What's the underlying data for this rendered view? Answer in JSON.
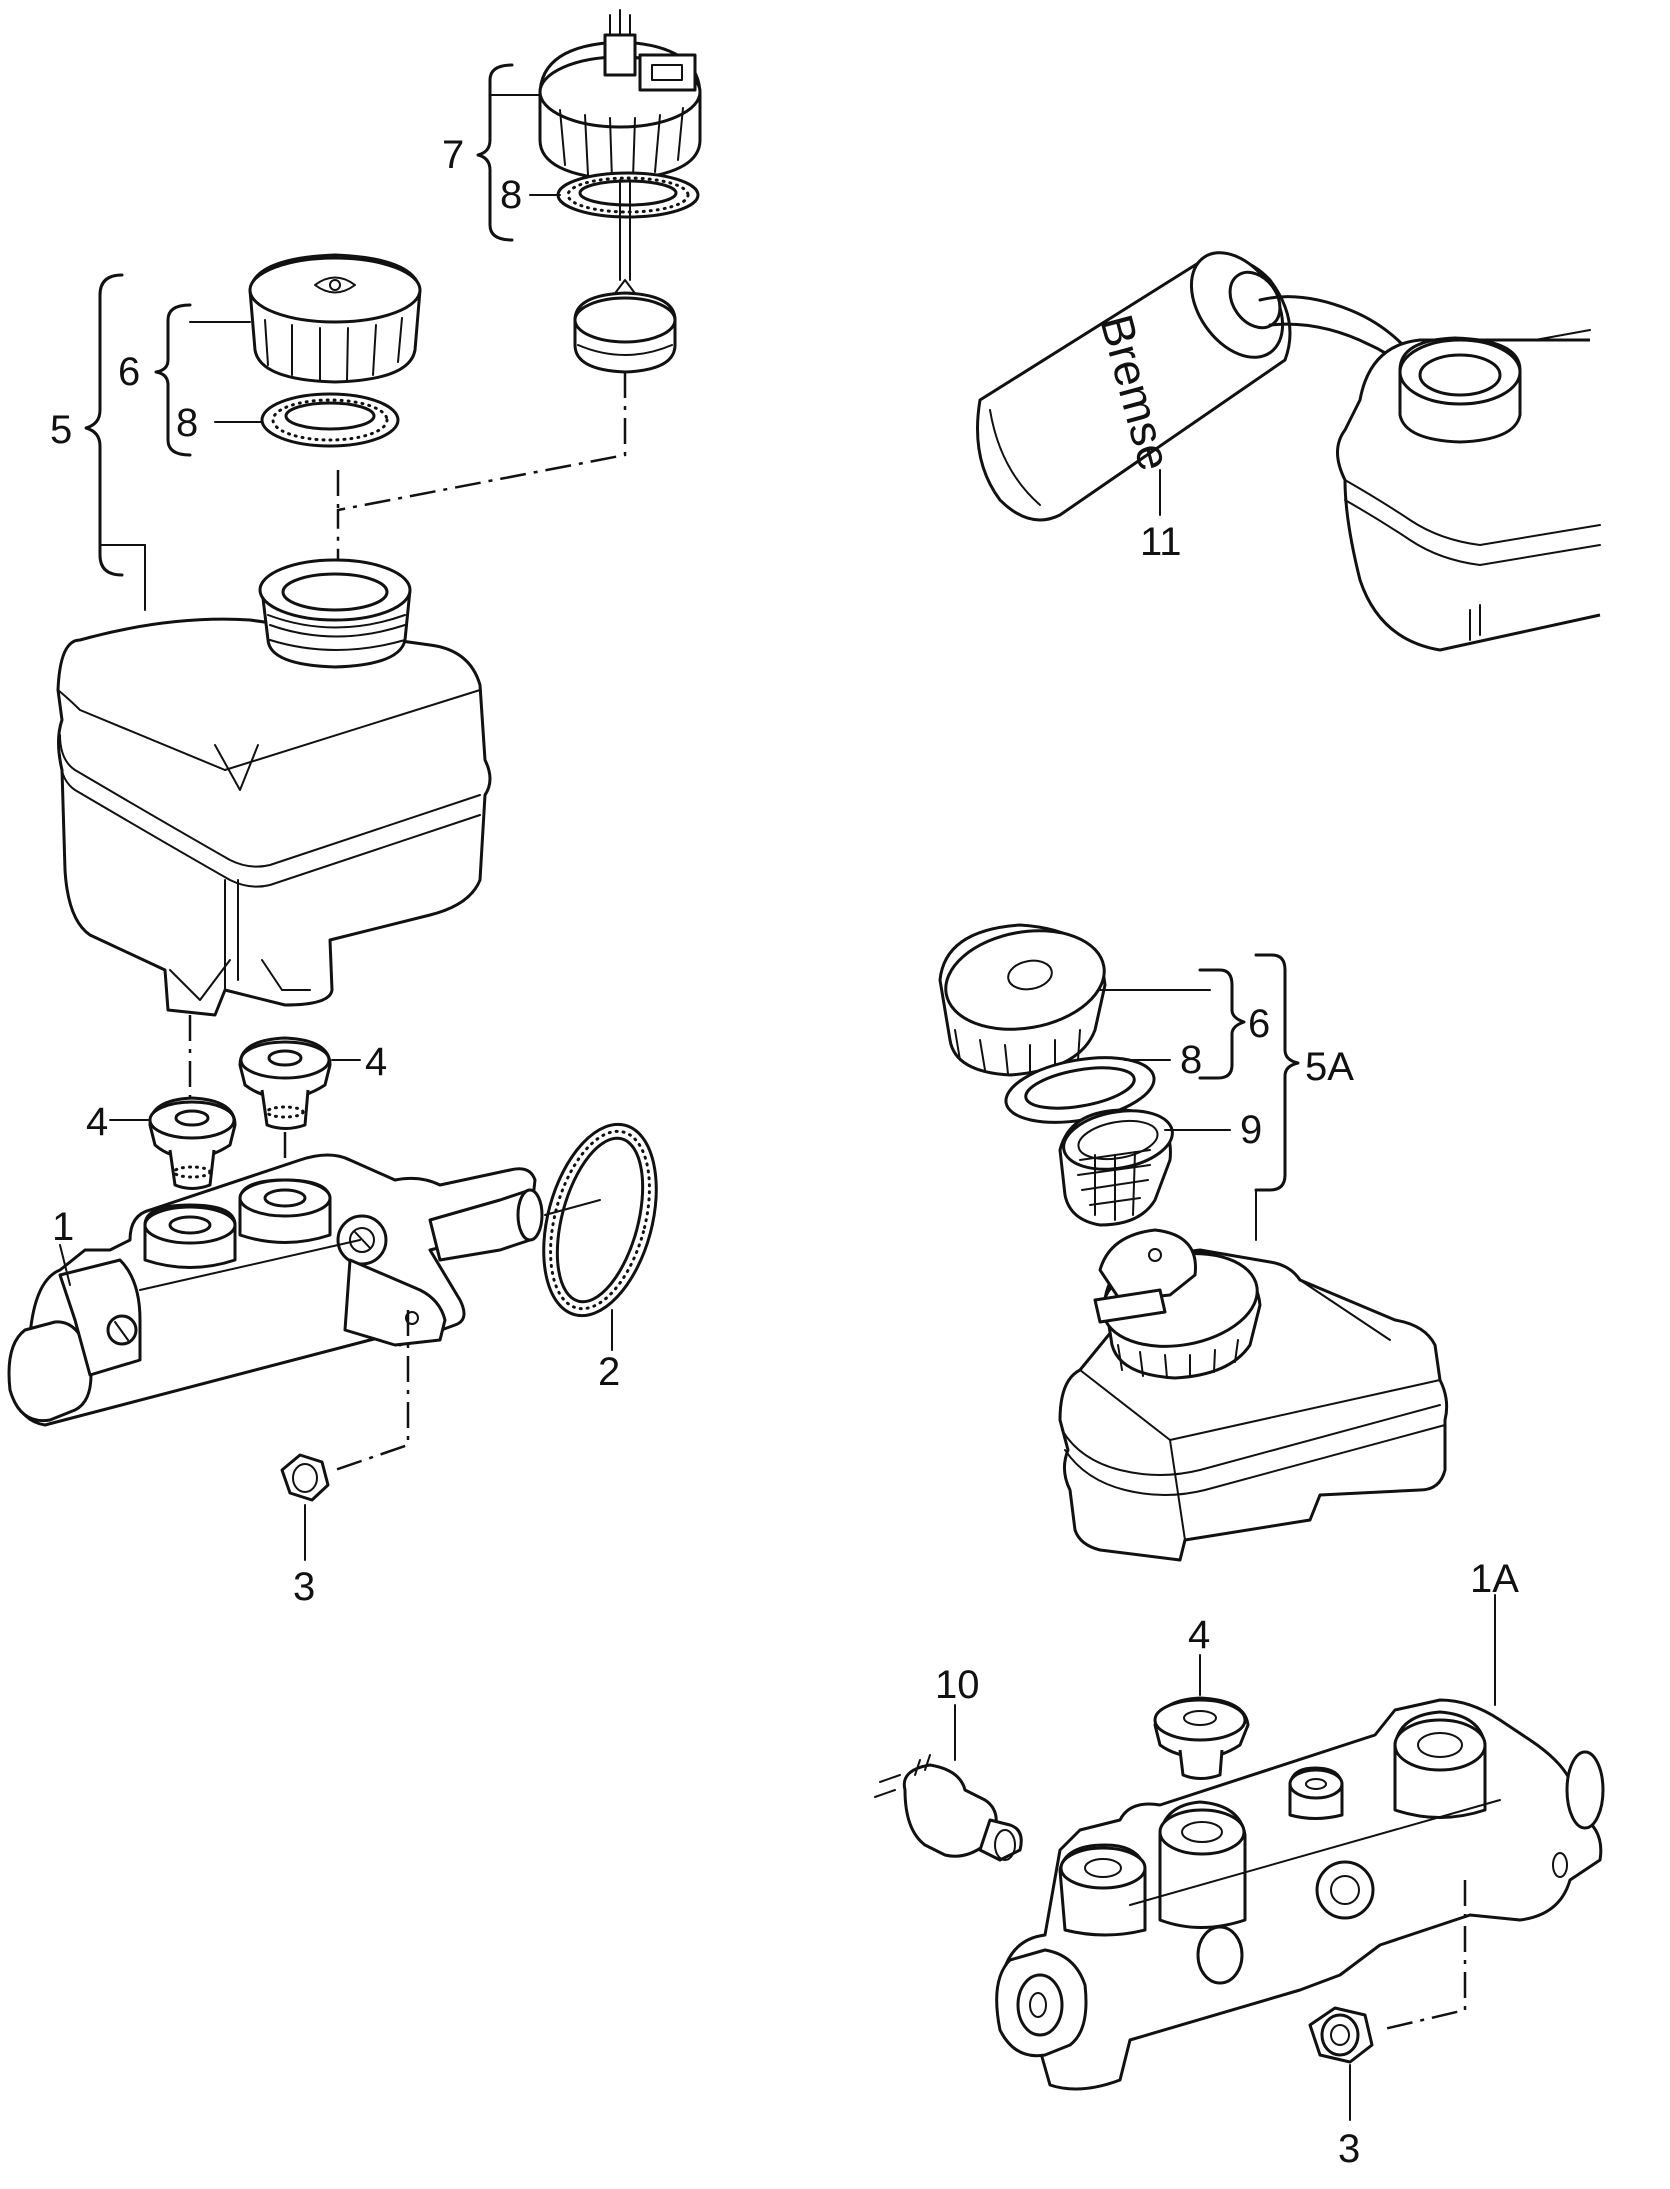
{
  "callouts": {
    "c1": "1",
    "c1a": "1A",
    "c2": "2",
    "c3_left": "3",
    "c3_right": "3",
    "c4_a": "4",
    "c4_b": "4",
    "c4_right": "4",
    "c5": "5",
    "c5a": "5A",
    "c6_left": "6",
    "c6_right": "6",
    "c7": "7",
    "c8_left_top": "8",
    "c8_left": "8",
    "c8_right": "8",
    "c9": "9",
    "c10": "10",
    "c11": "11"
  },
  "bottle_label": "Bremse"
}
